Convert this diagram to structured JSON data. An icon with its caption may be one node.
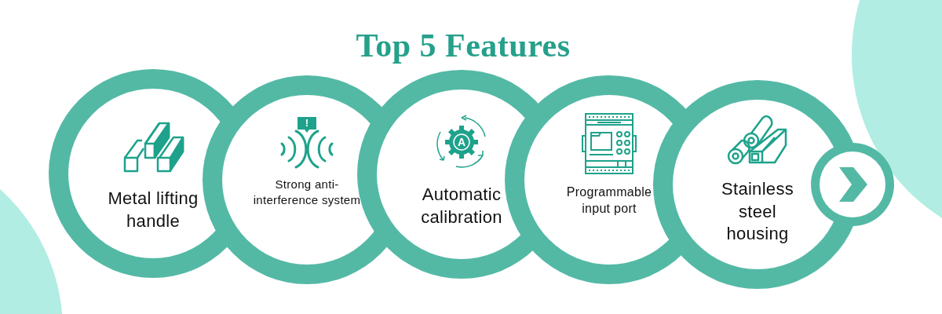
{
  "diagram": {
    "title": "Top 5 Features",
    "nodes": [
      {
        "text": [
          "Metal lifting handle"
        ]
      },
      {
        "text": [
          "!",
          "Strong anti-interference system"
        ]
      },
      {
        "text": [
          "A",
          "Automatic calibration"
        ]
      },
      {
        "text": [
          "Programmable input port"
        ]
      },
      {
        "text": [
          "Stainless steel housing"
        ]
      },
      {
        "text": [],
        "shape": "circle"
      }
    ],
    "edges": []
  }
}
